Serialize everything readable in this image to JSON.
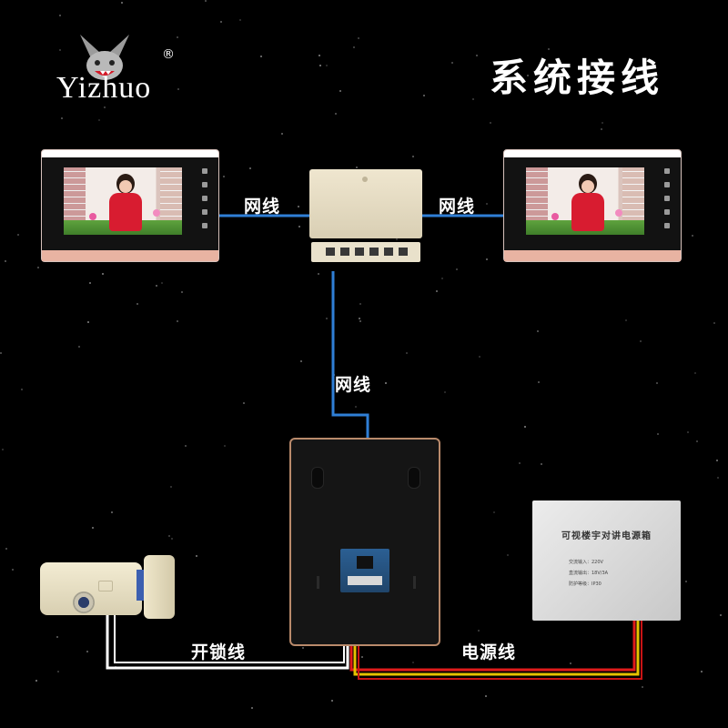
{
  "logo": {
    "brand": "Yizhuo",
    "registered_mark": "®"
  },
  "title": "系统接线",
  "labels": {
    "network_left": "网线",
    "network_right": "网线",
    "network_vertical": "网线",
    "unlock_wire": "开锁线",
    "power_wire": "电源线"
  },
  "power_box": {
    "title": "可视楼宇对讲电源箱",
    "specs": [
      "交流输入：220V",
      "直流输出：18V/3A",
      "防护等级：IP30"
    ]
  },
  "colors": {
    "network_cable": "#2f7fd6",
    "unlock_cable": "#ffffff",
    "power_red": "#e01b1b",
    "power_yellow": "#e6c200",
    "background": "#000000"
  }
}
